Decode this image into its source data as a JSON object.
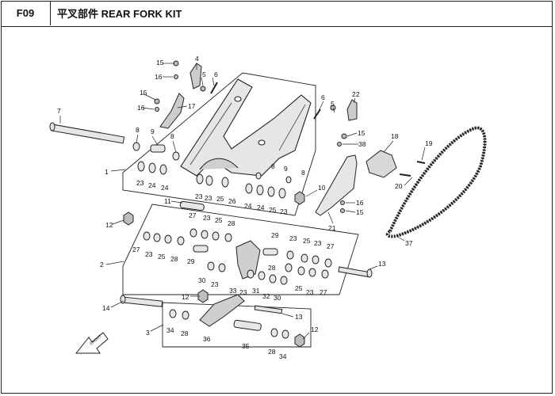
{
  "header": {
    "code": "F09",
    "title": "平叉部件 REAR FORK KIT"
  },
  "callouts": [
    "15",
    "4",
    "16",
    "5",
    "6",
    "7",
    "15",
    "16",
    "17",
    "22",
    "6",
    "5",
    "8",
    "9",
    "8",
    "15",
    "38",
    "18",
    "19",
    "1",
    "23",
    "24",
    "24",
    "8",
    "9",
    "8",
    "23",
    "23",
    "25",
    "26",
    "24",
    "24",
    "25",
    "23",
    "10",
    "20",
    "16",
    "15",
    "21",
    "11",
    "12",
    "27",
    "23",
    "25",
    "28",
    "2",
    "27",
    "23",
    "25",
    "28",
    "29",
    "29",
    "30",
    "23",
    "33",
    "23",
    "31",
    "32",
    "30",
    "28",
    "25",
    "23",
    "27",
    "23",
    "25",
    "23",
    "27",
    "13",
    "37",
    "14",
    "12",
    "13",
    "3",
    "34",
    "28",
    "36",
    "35",
    "28",
    "34",
    "12"
  ],
  "colors": {
    "line": "#222222",
    "part_fill": "#e6e6e6",
    "part_dark": "#555555"
  }
}
